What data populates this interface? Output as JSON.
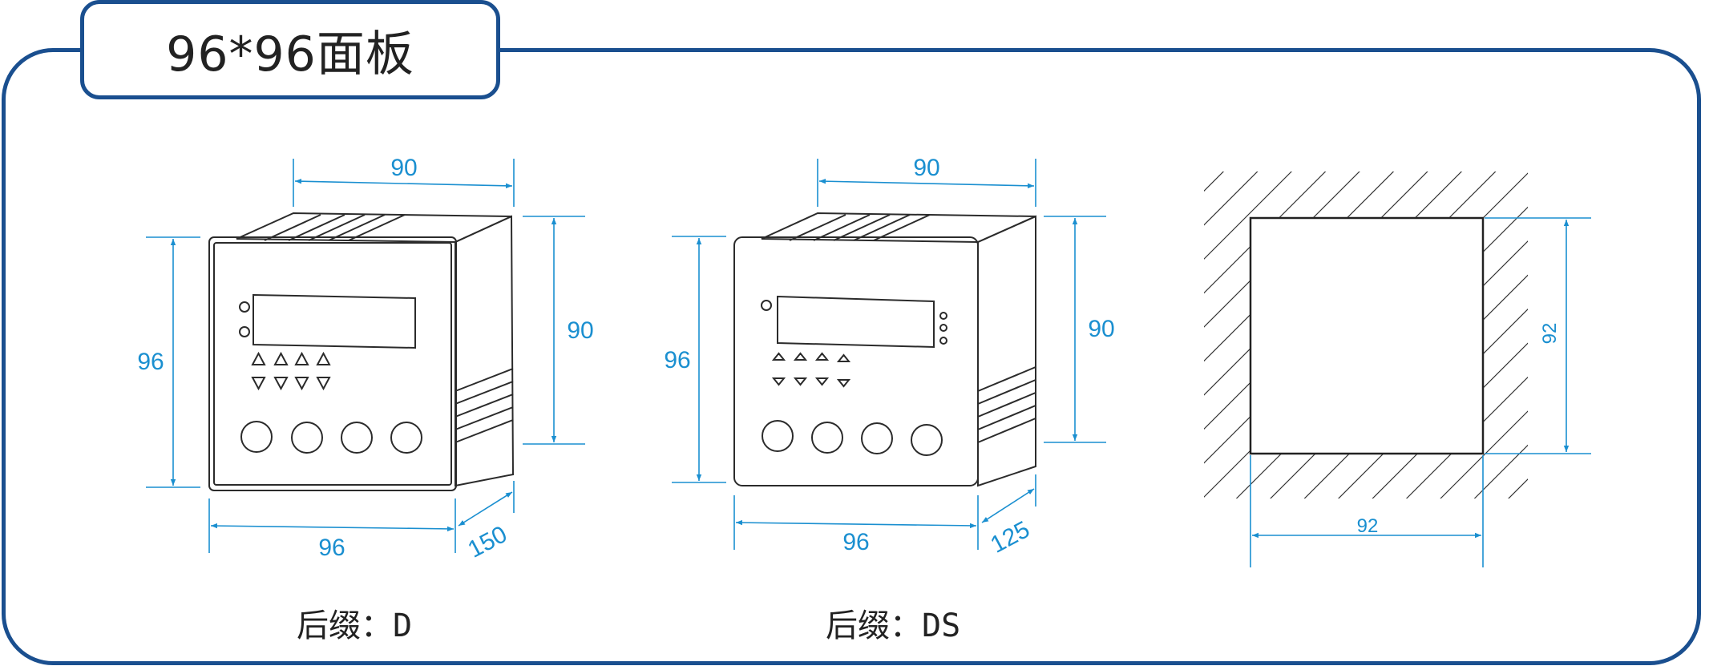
{
  "title": "96*96面板",
  "colors": {
    "frame": "#1a4f8f",
    "dimension": "#1a8fd0",
    "outline": "#2b2b2b"
  },
  "panels": [
    {
      "caption": "后缀：D",
      "dims": {
        "width_top": "90",
        "height_left": "96",
        "height_right": "90",
        "width_bottom": "96",
        "depth": "150"
      }
    },
    {
      "caption": "后缀：DS",
      "dims": {
        "width_top": "90",
        "height_left": "96",
        "height_right": "90",
        "width_bottom": "96",
        "depth": "125"
      }
    }
  ],
  "cutout": {
    "width": "92",
    "height": "92"
  }
}
